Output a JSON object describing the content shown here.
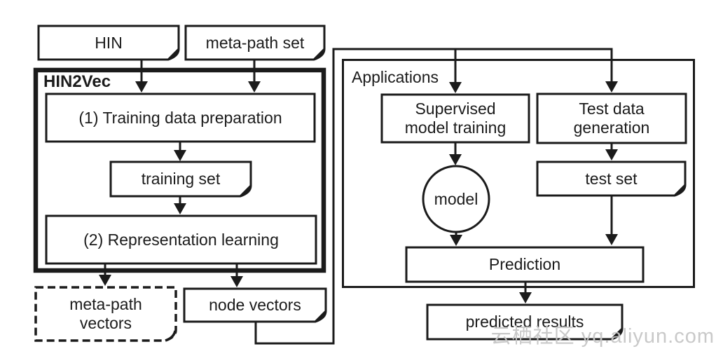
{
  "diagram": {
    "hin2vec": {
      "container_label": "HIN2Vec",
      "inputs": {
        "hin": "HIN",
        "meta_path_set": "meta-path set"
      },
      "step1": "(1) Training data preparation",
      "training_set": "training set",
      "step2": "(2) Representation learning",
      "outputs": {
        "meta_path_vectors": {
          "line1": "meta-path",
          "line2": "vectors"
        },
        "node_vectors": "node vectors"
      }
    },
    "applications": {
      "container_label": "Applications",
      "supervised_model_training": {
        "line1": "Supervised",
        "line2": "model training"
      },
      "test_data_generation": {
        "line1": "Test data",
        "line2": "generation"
      },
      "model": "model",
      "test_set": "test set",
      "prediction": "Prediction",
      "predicted_results": "predicted results"
    },
    "watermark": "云栖社区 yq.aliyun.com",
    "colors": {
      "stroke": "#1b1b1b",
      "background": "#ffffff",
      "watermark": "#c7c7c7"
    }
  }
}
